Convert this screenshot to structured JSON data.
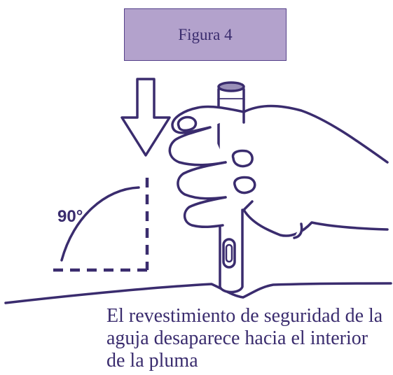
{
  "figure": {
    "label": "Figura 4",
    "angle_label": "90°",
    "caption": "El revestimiento de seguridad de la aguja desaparece hacia el interior de la pluma"
  },
  "colors": {
    "line": "#3a2c6e",
    "label_fill": "#b3a2cc",
    "label_border": "#55408a"
  }
}
